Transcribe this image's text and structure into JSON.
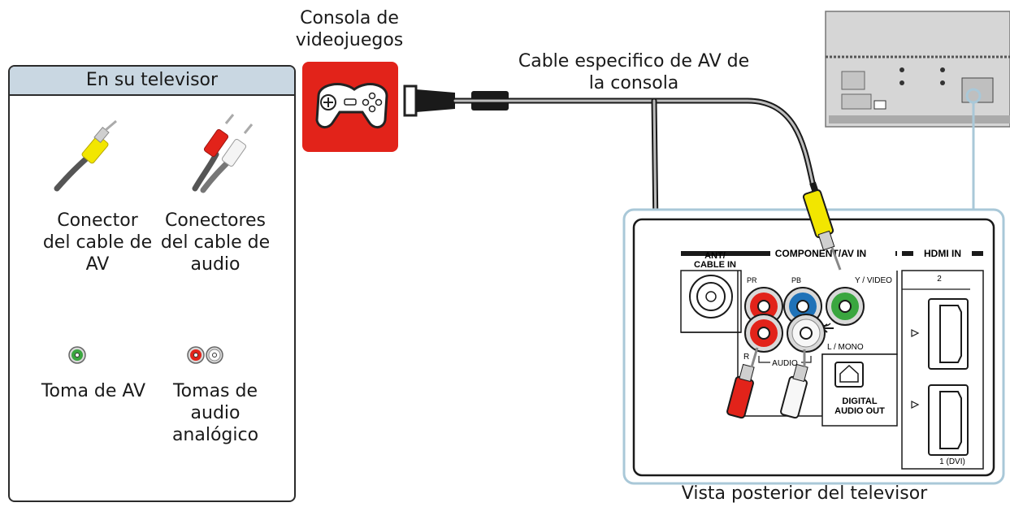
{
  "legend": {
    "title": "En su televisor",
    "items": [
      {
        "label": "Conector\ndel cable de\nAV",
        "icon": "yellow-rca-plug-icon"
      },
      {
        "label": "Conectores\ndel cable de\naudio",
        "icon": "red-white-rca-plugs-icon"
      },
      {
        "label": "Toma de AV",
        "icon": "av-jack-icon"
      },
      {
        "label": "Tomas de\naudio\nanalógico",
        "icon": "analog-audio-jacks-icon"
      }
    ]
  },
  "console": {
    "label": "Consola de\nvideojuegos",
    "icon": "gamepad-icon",
    "color": "#e2231a"
  },
  "cable": {
    "label": "Cable especifico de AV de\nla consola"
  },
  "tv_view": {
    "label": "Vista posterior del televisor"
  },
  "panel": {
    "ant_label_1": "ANT/",
    "ant_label_2": "CABLE IN",
    "component_label": "COMPONENT/AV IN",
    "hdmi_label": "HDMI IN",
    "pr_label": "PR",
    "pb_label": "PB",
    "yvideo_label": "Y / VIDEO",
    "r_label": "R",
    "audio_label": "AUDIO",
    "lmono_label": "L / MONO",
    "digital_label_1": "DIGITAL",
    "digital_label_2": "AUDIO OUT",
    "hdmi_port2_label": "2",
    "hdmi_port1_label": "1 (DVI)"
  },
  "colors": {
    "red": "#e2231a",
    "blue": "#1f72b8",
    "green": "#3aa63f",
    "yellow": "#f2e600",
    "header_bg": "#c9d7e2",
    "callout": "#a9c8d8"
  }
}
